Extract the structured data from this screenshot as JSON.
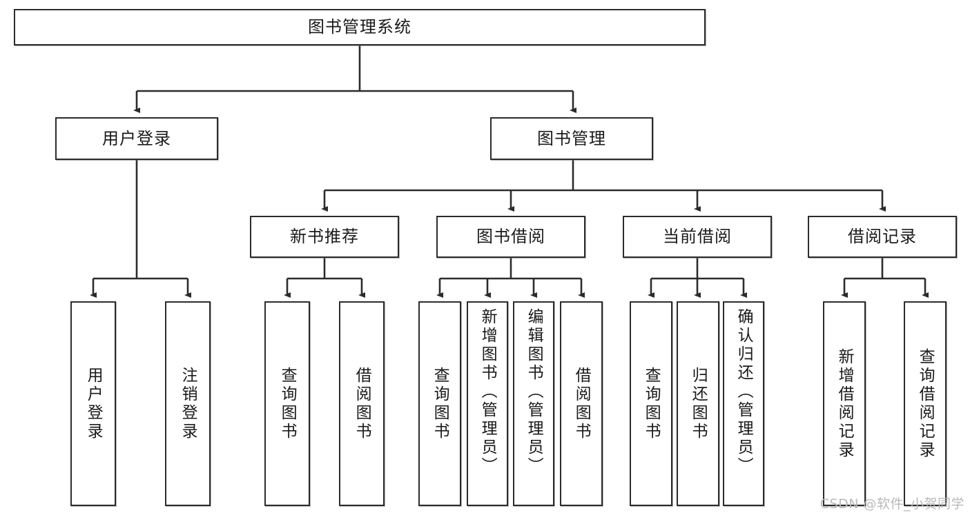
{
  "diagram": {
    "title": "图书管理系统",
    "type": "tree",
    "watermark": "CSDN @软件_小贺同学",
    "root": {
      "id": "root",
      "label": "图书管理系统"
    },
    "level2": [
      {
        "id": "user-login",
        "label": "用户登录"
      },
      {
        "id": "book-manage",
        "label": "图书管理"
      }
    ],
    "level3": [
      {
        "id": "new-book-recommend",
        "label": "新书推荐",
        "parent": "book-manage"
      },
      {
        "id": "book-borrow",
        "label": "图书借阅",
        "parent": "book-manage"
      },
      {
        "id": "current-borrow",
        "label": "当前借阅",
        "parent": "book-manage"
      },
      {
        "id": "borrow-record",
        "label": "借阅记录",
        "parent": "book-manage"
      }
    ],
    "leaves": {
      "user_login": [
        {
          "id": "leaf-user-login",
          "label": "用户登录"
        },
        {
          "id": "leaf-logout",
          "label": "注销登录"
        }
      ],
      "new_book_recommend": [
        {
          "id": "leaf-query-book-1",
          "label": "查询图书"
        },
        {
          "id": "leaf-borrow-book-1",
          "label": "借阅图书"
        }
      ],
      "book_borrow": [
        {
          "id": "leaf-query-book-2",
          "label": "查询图书"
        },
        {
          "id": "leaf-add-book",
          "label": "新增图书（管理员）"
        },
        {
          "id": "leaf-edit-book",
          "label": "编辑图书（管理员）"
        },
        {
          "id": "leaf-borrow-book-2",
          "label": "借阅图书"
        }
      ],
      "current_borrow": [
        {
          "id": "leaf-query-book-3",
          "label": "查询图书"
        },
        {
          "id": "leaf-return-book",
          "label": "归还图书"
        },
        {
          "id": "leaf-confirm-return",
          "label": "确认归还（管理员）"
        }
      ],
      "borrow_record": [
        {
          "id": "leaf-add-record",
          "label": "新增借阅记录"
        },
        {
          "id": "leaf-query-record",
          "label": "查询借阅记录"
        }
      ]
    },
    "colors": {
      "border": "#2b2b2b",
      "background": "#ffffff",
      "text": "#1a1a1a",
      "watermark": "#b9b9b9"
    }
  }
}
